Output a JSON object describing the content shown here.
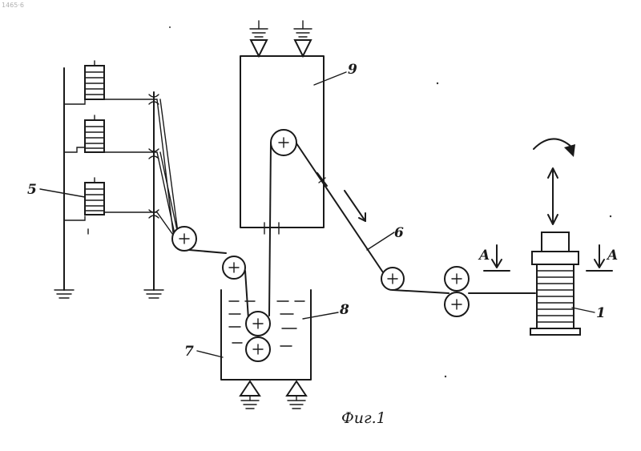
{
  "header": {
    "doc_number": "1465·6"
  },
  "labels": {
    "bobbin_holder": "5",
    "yarn": "6",
    "bath": "7",
    "liquid": "8",
    "dryer": "9",
    "winder": "1",
    "section_left": "A",
    "section_right": "A"
  },
  "caption": "Фиг.1"
}
